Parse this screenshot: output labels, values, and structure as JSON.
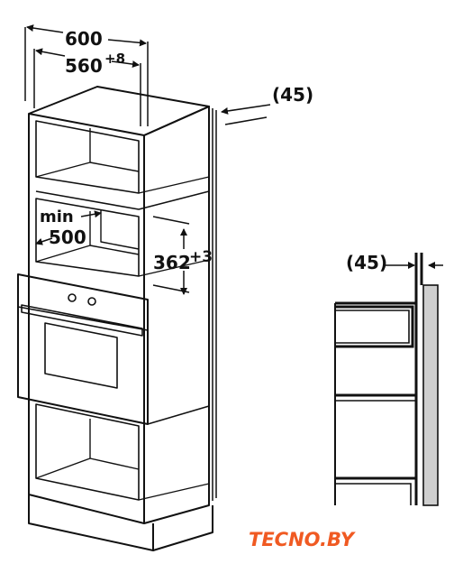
{
  "dimensions": {
    "total_width": "600",
    "niche_width": "560",
    "niche_width_tolerance": "+8",
    "rear_gap_top": "(45)",
    "min_label": "min",
    "min_value": "500",
    "niche_height": "362",
    "niche_height_tolerance": "+3",
    "rear_gap_side": "(45)"
  },
  "logo": {
    "text_part1": "TEC",
    "text_part2": "NO.BY",
    "color": "#f05a22"
  },
  "colors": {
    "line": "#111111",
    "panel_gray": "#cfcfcf"
  }
}
